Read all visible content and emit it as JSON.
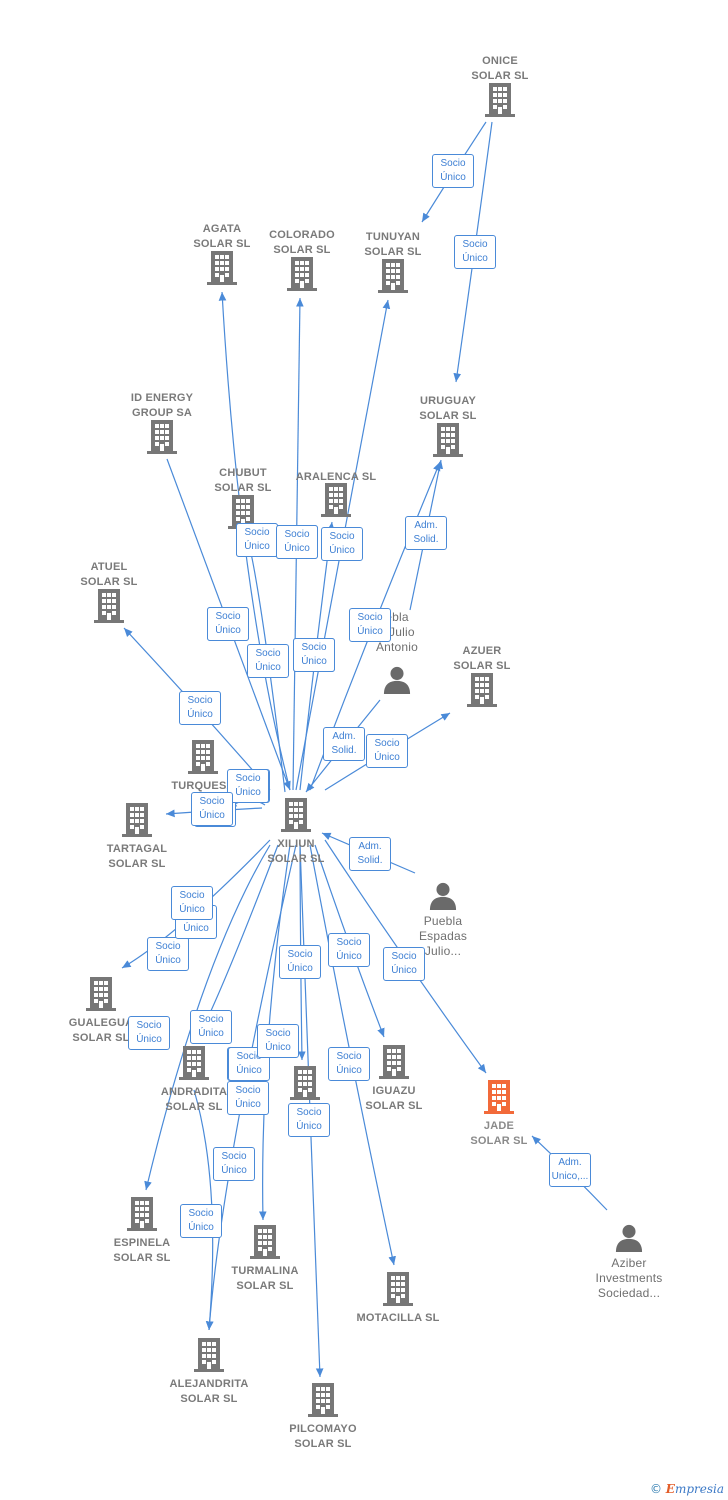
{
  "colors": {
    "edge": "#4a8ad8",
    "company": "#777777",
    "focus": "#f26a3a",
    "person": "#6a6a6a"
  },
  "nodes": [
    {
      "id": "onice",
      "kind": "company",
      "label": [
        "ONICE",
        "SOLAR  SL"
      ]
    },
    {
      "id": "agata",
      "kind": "company",
      "label": [
        "AGATA",
        "SOLAR  SL"
      ]
    },
    {
      "id": "colorado",
      "kind": "company",
      "label": [
        "COLORADO",
        "SOLAR  SL"
      ]
    },
    {
      "id": "tunuyan",
      "kind": "company",
      "label": [
        "TUNUYAN",
        "SOLAR  SL"
      ]
    },
    {
      "id": "idenergy",
      "kind": "company",
      "label": [
        "ID ENERGY",
        "GROUP SA"
      ]
    },
    {
      "id": "uruguay",
      "kind": "company",
      "label": [
        "URUGUAY",
        "SOLAR SL"
      ]
    },
    {
      "id": "chubut",
      "kind": "company",
      "label": [
        "CHUBUT",
        "SOLAR  SL"
      ]
    },
    {
      "id": "aralenca",
      "kind": "company",
      "label": [
        "ARALENCA SL"
      ]
    },
    {
      "id": "atuel",
      "kind": "company",
      "label": [
        "ATUEL",
        "SOLAR  SL"
      ]
    },
    {
      "id": "puebla_julio",
      "kind": "person",
      "label": [
        "ebla",
        "z Julio",
        "Antonio"
      ]
    },
    {
      "id": "azuer",
      "kind": "company",
      "label": [
        "AZUER",
        "SOLAR  SL"
      ]
    },
    {
      "id": "turquesa",
      "kind": "company",
      "label": [
        "TURQUESA",
        "SOL"
      ]
    },
    {
      "id": "tartagal",
      "kind": "company",
      "label": [
        "TARTAGAL",
        "SOLAR  SL"
      ]
    },
    {
      "id": "xiliun",
      "kind": "company",
      "label": [
        "XILIUN",
        "SOLAR  SL"
      ]
    },
    {
      "id": "puebla_espadas",
      "kind": "person",
      "label": [
        "Puebla",
        "Espadas",
        "Julio..."
      ]
    },
    {
      "id": "gualeguay",
      "kind": "company",
      "label": [
        "GUALEGUA",
        "SOLAR  SL"
      ]
    },
    {
      "id": "andradita",
      "kind": "company",
      "label": [
        "ANDRADITA",
        "SOLAR  SL"
      ]
    },
    {
      "id": "so",
      "kind": "company",
      "label": [
        "SO"
      ]
    },
    {
      "id": "iguazu",
      "kind": "company",
      "label": [
        "IGUAZU",
        "SOLAR  SL"
      ]
    },
    {
      "id": "jade",
      "kind": "focus",
      "label": [
        "JADE",
        "SOLAR  SL"
      ]
    },
    {
      "id": "espinela",
      "kind": "company",
      "label": [
        "ESPINELA",
        "SOLAR  SL"
      ]
    },
    {
      "id": "turmalina",
      "kind": "company",
      "label": [
        "TURMALINA",
        "SOLAR  SL"
      ]
    },
    {
      "id": "aziber",
      "kind": "person",
      "label": [
        "Aziber",
        "Investments",
        "Sociedad..."
      ]
    },
    {
      "id": "motacilla",
      "kind": "company",
      "label": [
        "MOTACILLA SL"
      ]
    },
    {
      "id": "alejandrita",
      "kind": "company",
      "label": [
        "ALEJANDRITA",
        "SOLAR  SL"
      ]
    },
    {
      "id": "pilcomayo",
      "kind": "company",
      "label": [
        "PILCOMAYO",
        "SOLAR  SL"
      ]
    }
  ],
  "edges": [
    {
      "from": "onice",
      "to": "tunuyan",
      "label": [
        "Socio",
        "Único"
      ]
    },
    {
      "from": "onice",
      "to": "uruguay",
      "label": [
        "Socio",
        "Único"
      ]
    },
    {
      "from": "xiliun",
      "to": "agata",
      "label": [
        "Socio",
        "Único"
      ]
    },
    {
      "from": "xiliun",
      "to": "colorado",
      "label": [
        "Socio",
        "Único"
      ]
    },
    {
      "from": "xiliun",
      "to": "tunuyan",
      "label": [
        "Socio",
        "Único"
      ]
    },
    {
      "from": "xiliun",
      "to": "chubut",
      "label": [
        "Socio",
        "Único"
      ]
    },
    {
      "from": "xiliun",
      "to": "aralenca",
      "label": [
        "Socio",
        "Único"
      ]
    },
    {
      "from": "xiliun",
      "to": "uruguay",
      "label": [
        "Socio",
        "Único"
      ]
    },
    {
      "from": "puebla_julio",
      "to": "uruguay",
      "label": [
        "Adm.",
        "Solid."
      ]
    },
    {
      "from": "idenergy",
      "to": "xiliun",
      "label": [
        "Socio",
        "Único"
      ]
    },
    {
      "from": "xiliun",
      "to": "atuel",
      "label": [
        "Socio",
        "Único"
      ]
    },
    {
      "from": "xiliun",
      "to": "azuer",
      "label": [
        "Socio",
        "Único"
      ]
    },
    {
      "from": "puebla_julio",
      "to": "xiliun",
      "label": [
        "Adm.",
        "Solid."
      ]
    },
    {
      "from": "puebla_espadas",
      "to": "xiliun",
      "label": [
        "Adm.",
        "Solid."
      ]
    },
    {
      "from": "xiliun",
      "to": "turquesa",
      "label": [
        "Socio",
        "Único"
      ]
    },
    {
      "from": "xiliun",
      "to": "tartagal",
      "label": [
        "Socio",
        "Único"
      ]
    },
    {
      "from": "xiliun",
      "to": "gualeguay",
      "label": [
        "Socio",
        "Único"
      ]
    },
    {
      "from": "xiliun",
      "to": "andradita",
      "label": [
        "Socio",
        "Único"
      ]
    },
    {
      "from": "xiliun",
      "to": "so",
      "label": [
        "Socio",
        "Único"
      ]
    },
    {
      "from": "xiliun",
      "to": "iguazu",
      "label": [
        "Socio",
        "Único"
      ]
    },
    {
      "from": "xiliun",
      "to": "jade",
      "label": [
        "Socio",
        "Único"
      ]
    },
    {
      "from": "aziber",
      "to": "jade",
      "label": [
        "Adm.",
        "Unico,..."
      ]
    },
    {
      "from": "xiliun",
      "to": "espinela",
      "label": [
        "Socio",
        "Único"
      ]
    },
    {
      "from": "xiliun",
      "to": "turmalina",
      "label": [
        "Socio",
        "Único"
      ]
    },
    {
      "from": "xiliun",
      "to": "motacilla",
      "label": [
        "Socio",
        "Único"
      ]
    },
    {
      "from": "xiliun",
      "to": "alejandrita",
      "label": [
        "Socio",
        "Único"
      ]
    },
    {
      "from": "xiliun",
      "to": "pilcomayo",
      "label": [
        "Socio",
        "Único"
      ]
    },
    {
      "from": "andradita",
      "to": "alejandrita",
      "label": [
        "Socio",
        "Único"
      ]
    }
  ],
  "extra_labels": [
    [
      "Socio",
      "Único"
    ],
    [
      "Socio",
      "Único"
    ],
    [
      "Socio",
      "Único"
    ],
    [
      "Socio",
      "Único"
    ],
    [
      "Socio",
      "Único"
    ],
    [
      "Socio",
      "Único"
    ],
    [
      "Socio",
      "Único"
    ],
    [
      "Socio",
      "Único"
    ],
    [
      "Socio",
      "Único"
    ],
    [
      "Socio",
      "Único"
    ],
    [
      "Socio",
      "Único"
    ]
  ],
  "footer": {
    "symbol": "©",
    "brand_initial": "E",
    "brand_rest": "mpresia"
  }
}
